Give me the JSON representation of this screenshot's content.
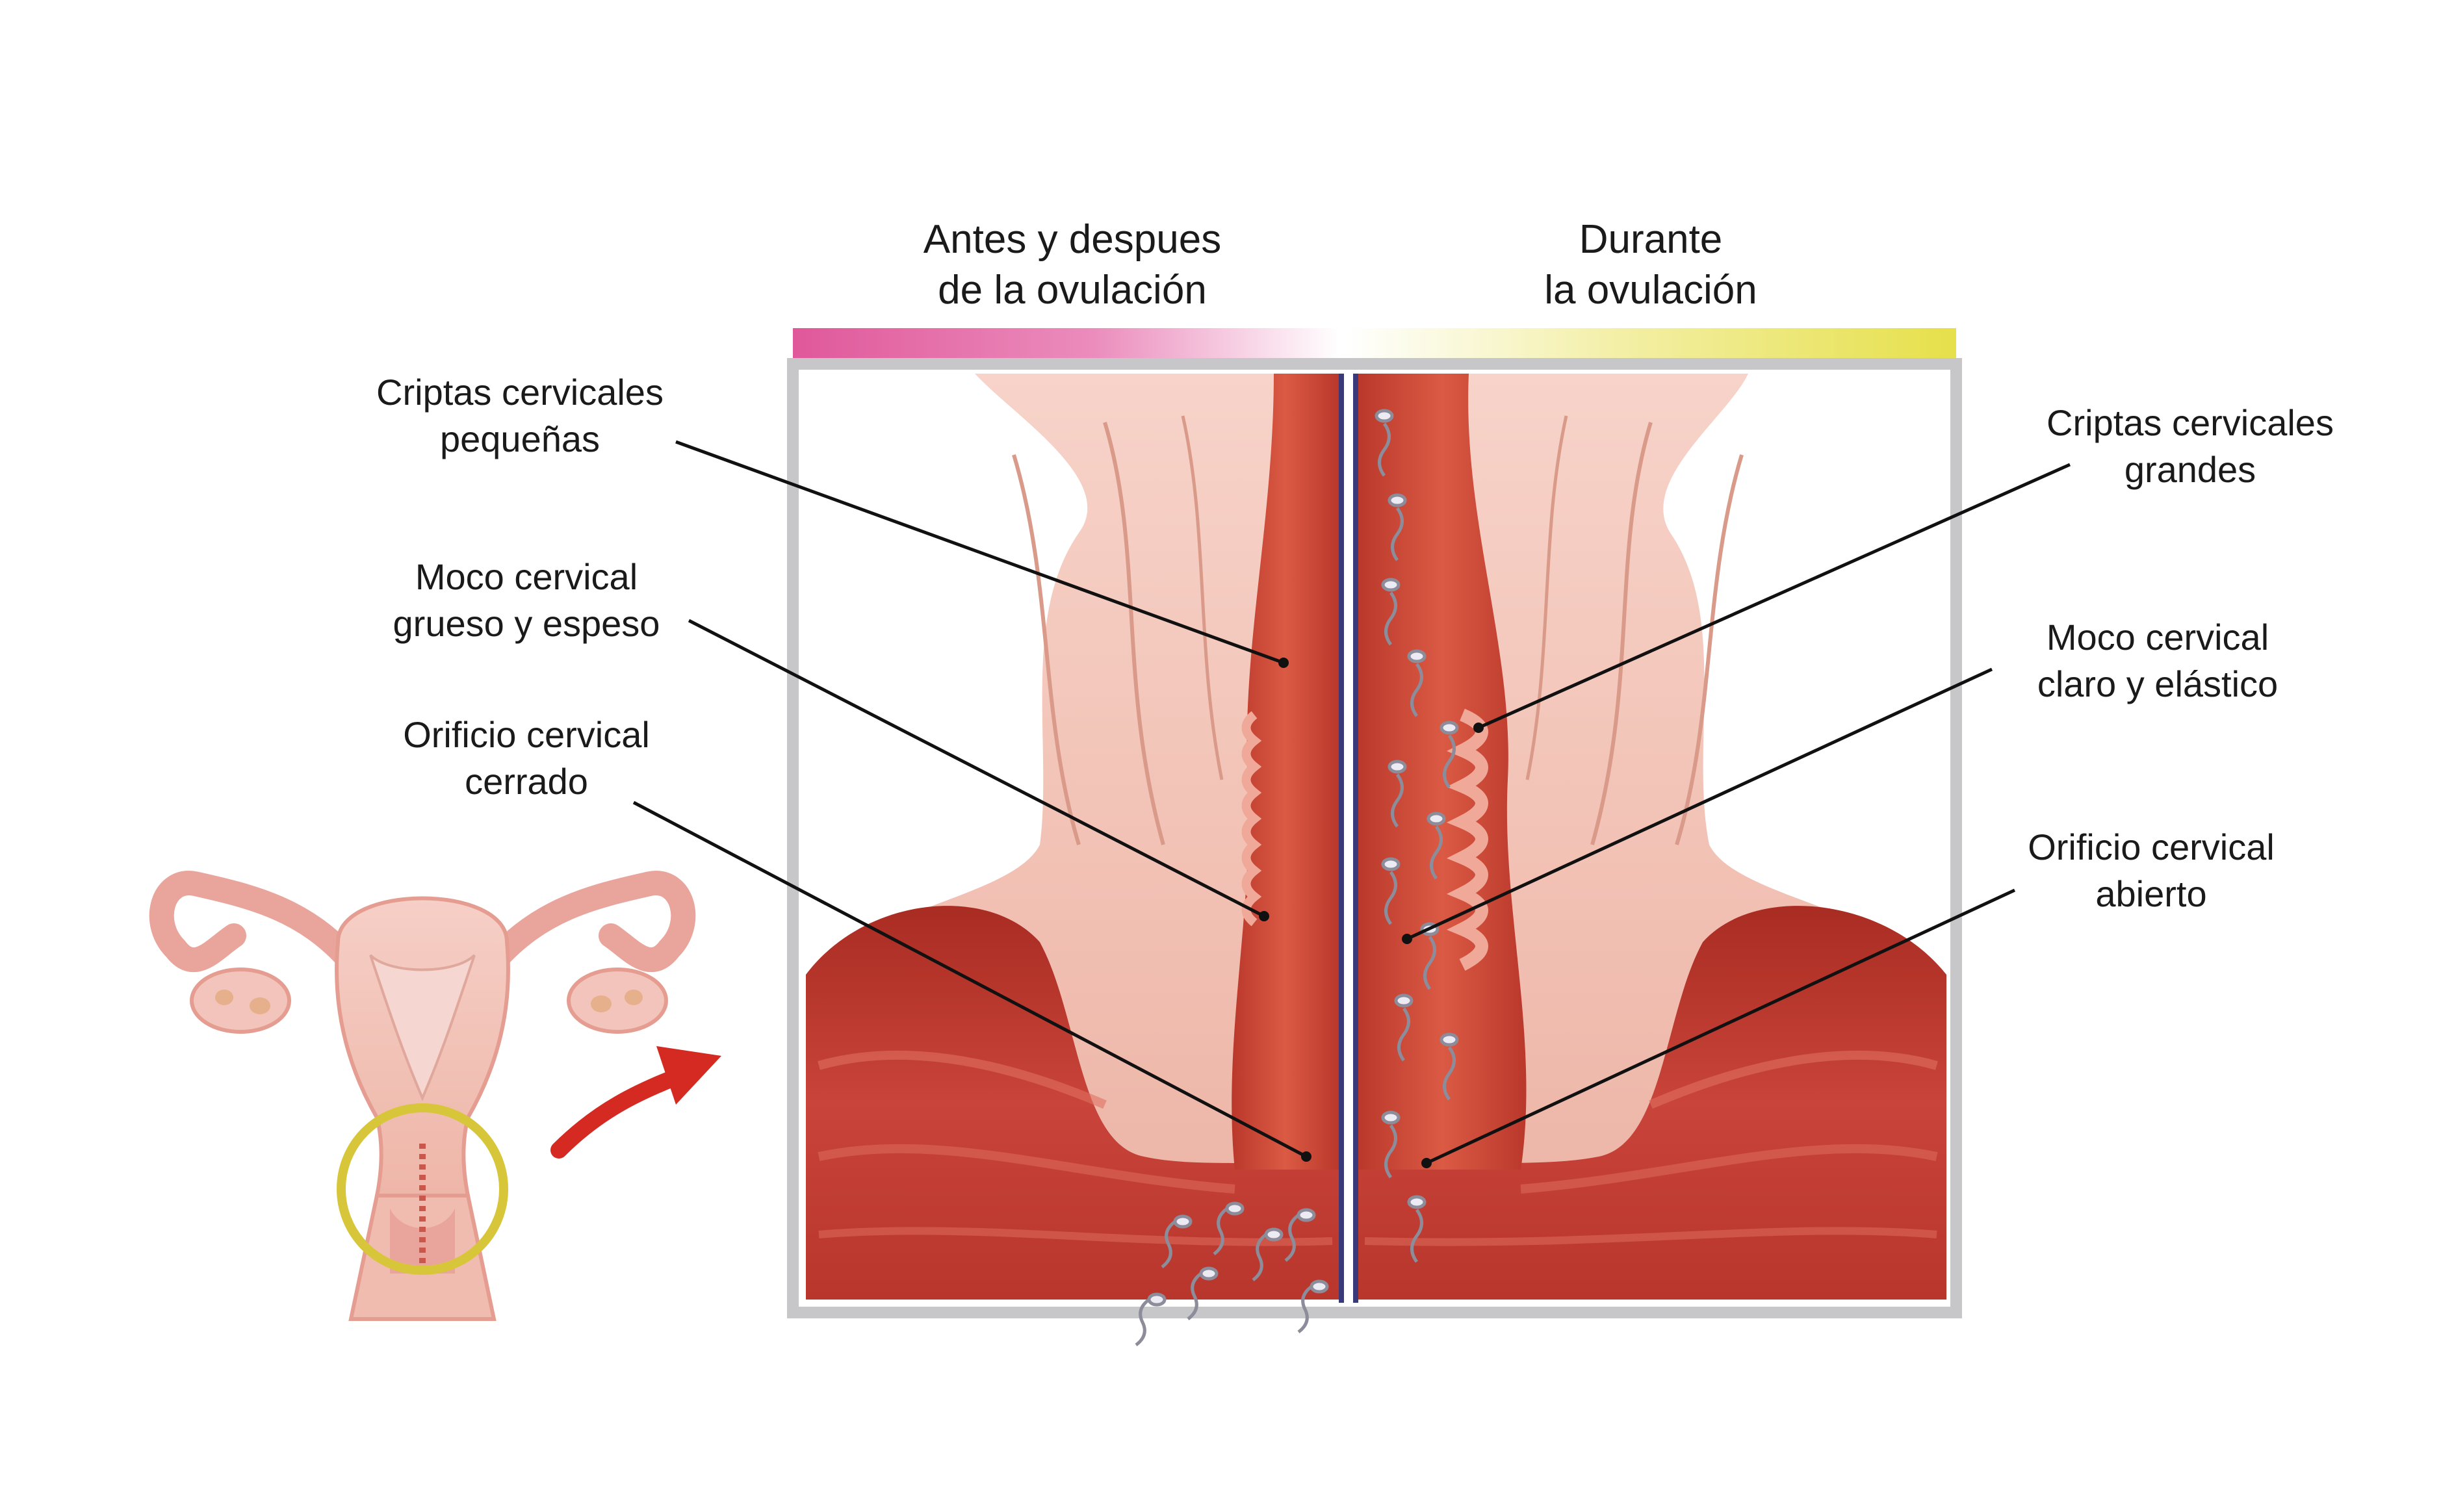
{
  "headers": {
    "left": [
      "Antes y  despues",
      "de la ovulación"
    ],
    "right": [
      "Durante",
      "la ovulación"
    ]
  },
  "labels": {
    "left": [
      {
        "lines": [
          "Criptas  cervicales",
          "pequeñas"
        ]
      },
      {
        "lines": [
          "Moco cervical",
          "grueso y espeso"
        ]
      },
      {
        "lines": [
          "Orificio cervical",
          "cerrado"
        ]
      }
    ],
    "right": [
      {
        "lines": [
          "Criptas  cervicales",
          "grandes"
        ]
      },
      {
        "lines": [
          "Moco cervical",
          "claro y elástico"
        ]
      },
      {
        "lines": [
          "Orificio cervical",
          "abierto"
        ]
      }
    ]
  },
  "colors": {
    "pink_bar": "#e0589a",
    "yellow_bar": "#e6e04a",
    "frame": "#c7c7c9",
    "tissue_light": "#f4c8bd",
    "tissue_dark": "#c0362a",
    "canal": "#d9503c",
    "arrow": "#d42a22",
    "ring": "#d8c63a"
  },
  "icons": [
    "uterus-overview-illustration",
    "curved-arrow-icon",
    "sperm-icon"
  ]
}
